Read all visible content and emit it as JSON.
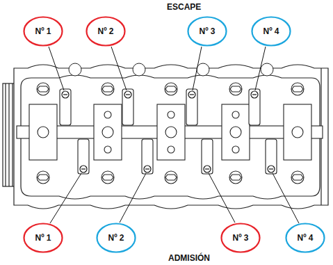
{
  "diagram": {
    "nodes": [
      {
        "text": [
          "Nº 1"
        ]
      },
      {
        "text": [
          "Nº 2"
        ]
      },
      {
        "text": [
          "Nº 3"
        ]
      },
      {
        "text": [
          "Nº 4"
        ]
      },
      {
        "text": [
          "Nº 1"
        ]
      },
      {
        "text": [
          "Nº 2"
        ]
      },
      {
        "text": [
          "Nº 3"
        ]
      },
      {
        "text": [
          "Nº 4"
        ]
      }
    ],
    "labels": [
      "ESCAPE",
      "ADMISIÓN"
    ]
  }
}
